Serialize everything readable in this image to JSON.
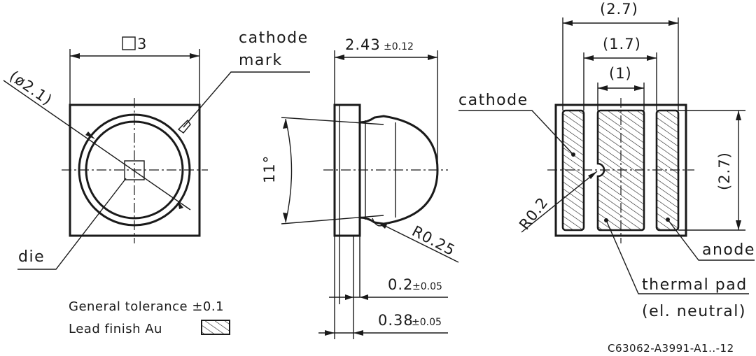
{
  "top_view": {
    "size_label": "3",
    "diameter_label": "(ø2.1)",
    "cathode_mark_line1": "cathode",
    "cathode_mark_line2": "mark",
    "die_label": "die"
  },
  "side_view": {
    "width_value": "2.43",
    "width_tol": "±0.12",
    "angle_label": "11°",
    "radius_label": "R0.25",
    "lead_value": "0.2",
    "lead_tol": "±0.05",
    "base_value": "0.38",
    "base_tol": "±0.05"
  },
  "bottom_view": {
    "dim_outer": "(2.7)",
    "dim_middle": "(1.7)",
    "dim_inner": "(1)",
    "dim_height": "(2.7)",
    "radius_label": "R0.2",
    "cathode_label": "cathode",
    "anode_label": "anode",
    "thermal_line1": "thermal pad",
    "thermal_line2": "(el. neutral)"
  },
  "notes": {
    "tolerance": "General tolerance ±0.1",
    "lead_finish": "Lead finish Au"
  },
  "drawing_code": "C63062-A3991-A1..-12"
}
